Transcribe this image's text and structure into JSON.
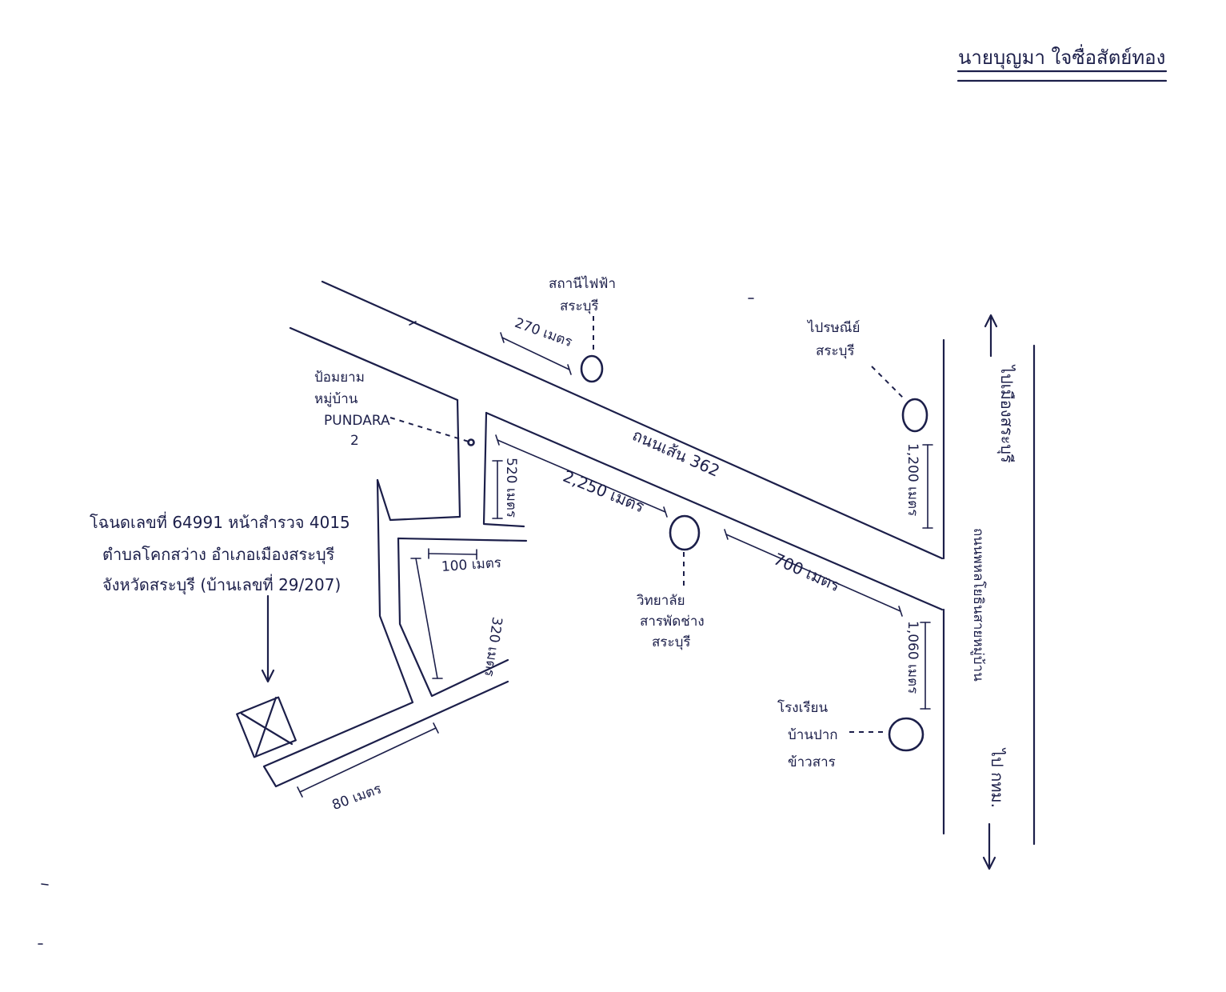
{
  "header": {
    "owner_name": "นายบุญมา ใจซื่อสัตย์ทอง"
  },
  "map": {
    "main_road_label": "ถนนเส้น 362",
    "vertical_road_label": "ถนนพหลโยธินสายหมู่บ้าน",
    "arrow_up_label": "ไปเมืองสระบุรี",
    "arrow_down_label": "ไป กทม.",
    "parcel_info": {
      "line1": "โฉนดเลขที่ 64991 หน้าสำรวจ 4015",
      "line2": "ตำบลโคกสว่าง อำเภอเมืองสระบุรี",
      "line3": "จังหวัดสระบุรี (บ้านเลขที่ 29/207)"
    },
    "landmarks": [
      {
        "id": "power-station",
        "lines": [
          "สถานีไฟฟ้า",
          "สระบุรี"
        ]
      },
      {
        "id": "post-office",
        "lines": [
          "ไปรษณีย์",
          "สระบุรี"
        ]
      },
      {
        "id": "village-gate",
        "lines": [
          "ป้อมยาม",
          "หมู่บ้าน",
          "PUNDARA",
          "2"
        ]
      },
      {
        "id": "college",
        "lines": [
          "วิทยาลัย",
          "สารพัดช่าง",
          "สระบุรี"
        ]
      },
      {
        "id": "school",
        "lines": [
          "โรงเรียน",
          "บ้านปาก",
          "ข้าวสาร"
        ]
      }
    ],
    "distances": {
      "d270": "270 เมตร",
      "d520": "520 เมตร",
      "d2250": "2,250 เมตร",
      "d100": "100 เมตร",
      "d320": "320 เมตร",
      "d80": "80 เมตร",
      "d700": "700 เมตร",
      "d1200": "1,200 เมตร",
      "d1060": "1,060 เมตร"
    }
  }
}
